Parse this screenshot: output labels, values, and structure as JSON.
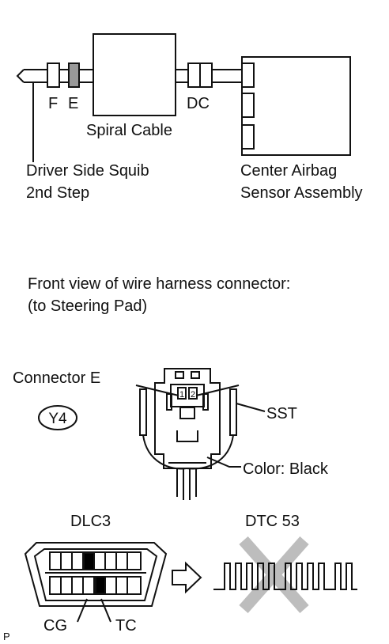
{
  "top_diagram": {
    "label_f": "F",
    "label_e": "E",
    "label_dc": "DC",
    "spiral_cable": "Spiral Cable",
    "squib_line1": "Driver Side Squib",
    "squib_line2": "2nd Step",
    "sensor_line1": "Center Airbag",
    "sensor_line2": "Sensor Assembly"
  },
  "front_view": {
    "line1": "Front view of wire harness connector:",
    "line2": "(to Steering Pad)"
  },
  "connector": {
    "title": "Connector E",
    "badge": "Y4",
    "pin1": "1",
    "pin2": "2",
    "sst": "SST",
    "color": "Color: Black"
  },
  "dlc": {
    "title": "DLC3",
    "cg": "CG",
    "tc": "TC"
  },
  "dtc": {
    "title": "DTC 53"
  },
  "corner_label": "P"
}
